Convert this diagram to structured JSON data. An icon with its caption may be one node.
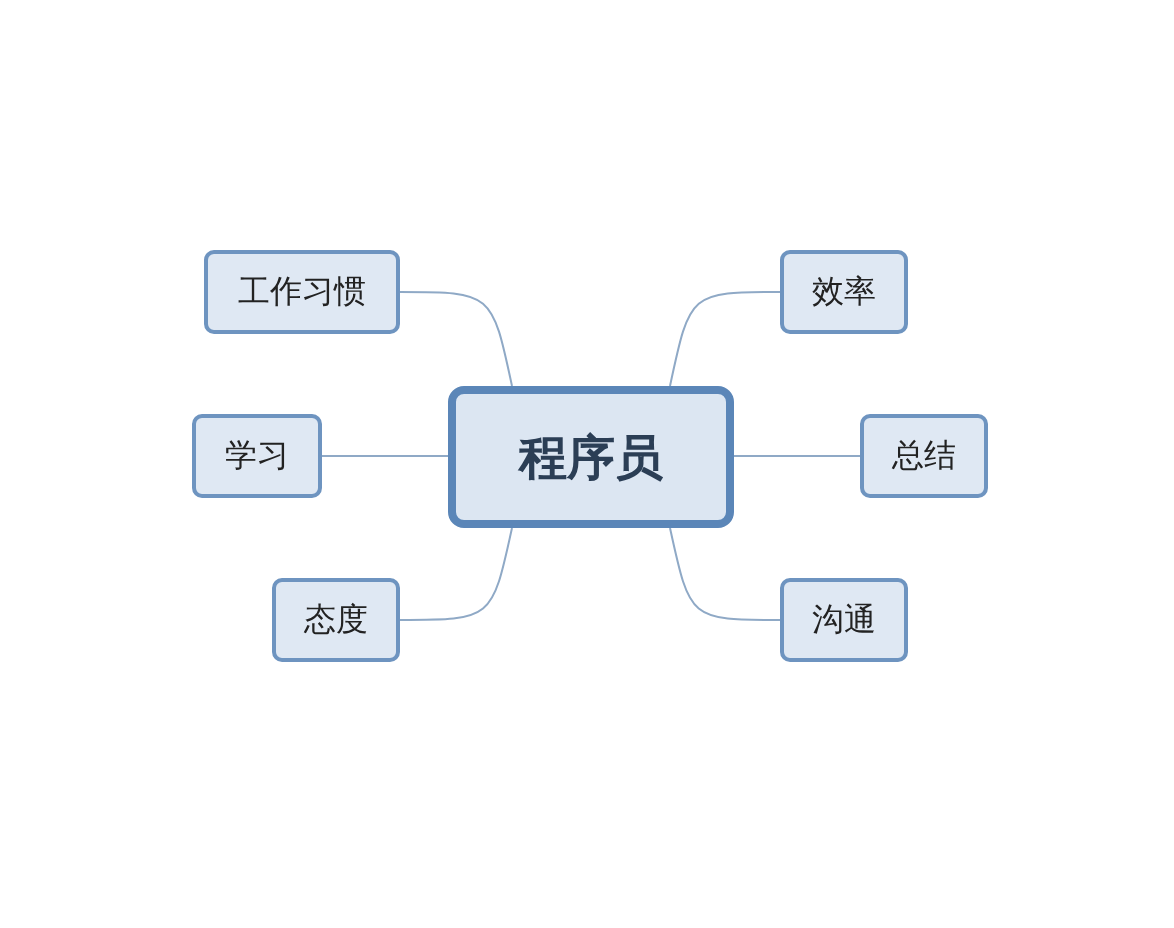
{
  "diagram": {
    "nodes": [
      {
        "text": [
          "程序员"
        ]
      },
      {
        "text": [
          "工作习惯"
        ]
      },
      {
        "text": [
          "效率"
        ]
      },
      {
        "text": [
          "学习"
        ]
      },
      {
        "text": [
          "总结"
        ]
      },
      {
        "text": [
          "态度"
        ]
      },
      {
        "text": [
          "沟通"
        ]
      }
    ],
    "edges": [
      {
        "from": 0,
        "to": 1,
        "arrow": "none"
      },
      {
        "from": 0,
        "to": 2,
        "arrow": "none"
      },
      {
        "from": 0,
        "to": 3,
        "arrow": "none"
      },
      {
        "from": 0,
        "to": 4,
        "arrow": "none"
      },
      {
        "from": 0,
        "to": 5,
        "arrow": "none"
      },
      {
        "from": 0,
        "to": 6,
        "arrow": "none"
      }
    ]
  }
}
